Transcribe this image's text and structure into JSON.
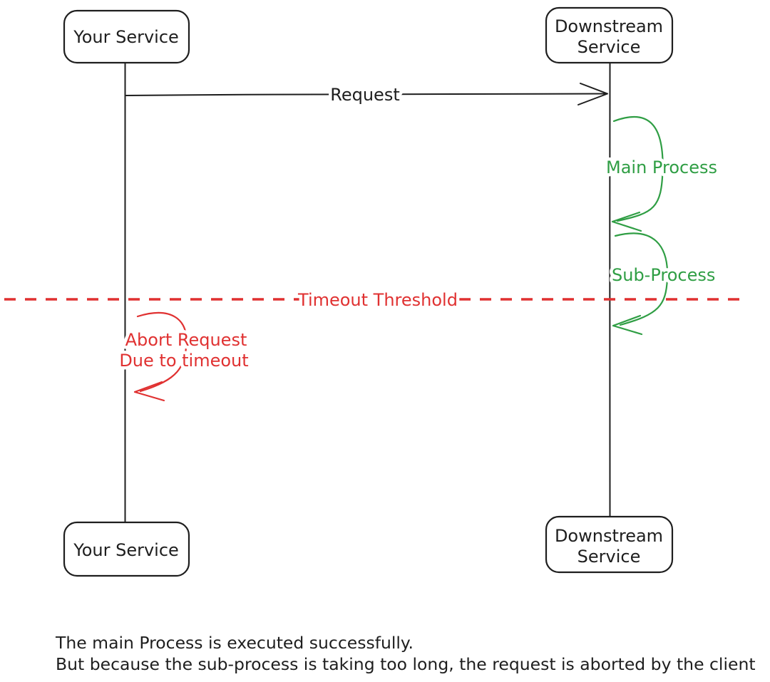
{
  "diagram": {
    "type": "sequence-diagram",
    "colors": {
      "ink": "#1e1e1e",
      "process_green": "#2f9e44",
      "timeout_red": "#e03131",
      "background": "#ffffff"
    },
    "actors": {
      "your_service_top": "Your Service",
      "downstream_top_line1": "Downstream",
      "downstream_top_line2": "Service",
      "your_service_bottom": "Your Service",
      "downstream_bottom_line1": "Downstream",
      "downstream_bottom_line2": "Service"
    },
    "messages": {
      "request_label": "Request"
    },
    "annotations": {
      "main_process_label": "Main Process",
      "sub_process_label": "Sub-Process",
      "timeout_threshold_label": "Timeout Threshold",
      "abort_line1": "Abort Request",
      "abort_line2": "Due to timeout"
    },
    "caption": {
      "line1": "The main Process is executed successfully.",
      "line2": "But because the sub-process is taking too long, the request is aborted by the client"
    }
  }
}
